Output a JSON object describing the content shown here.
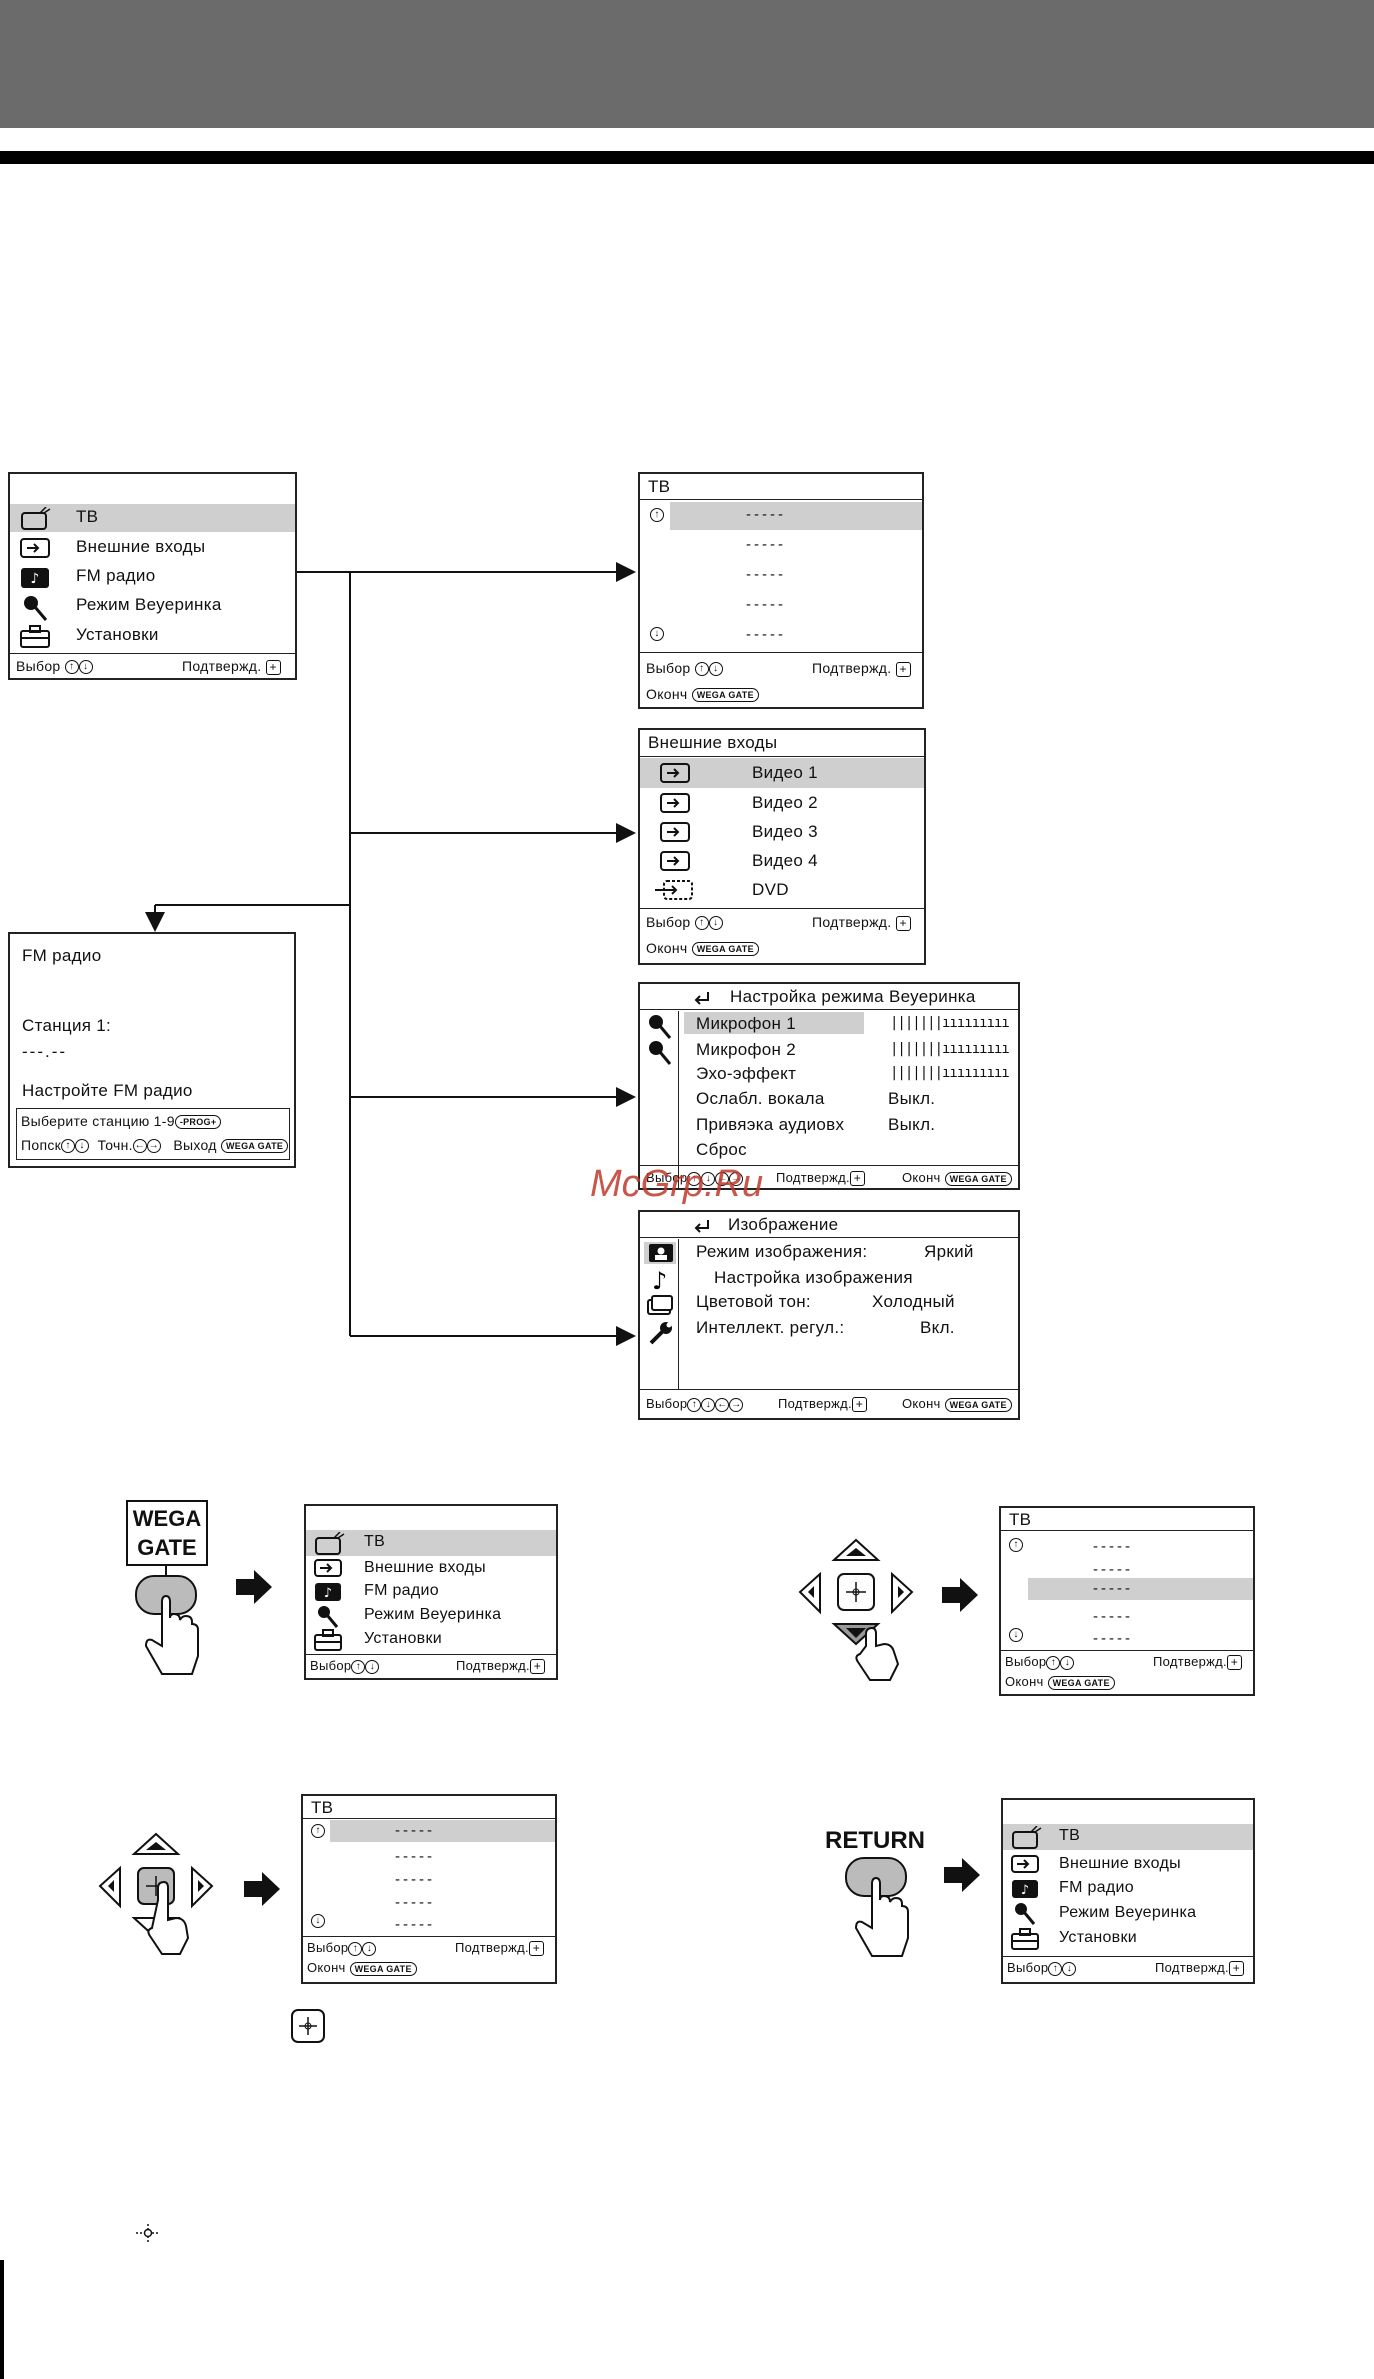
{
  "watermark": "McGrp.Ru",
  "icons": [
    "tv-icon",
    "input-icon",
    "music-icon",
    "microphone-icon",
    "toolbox-icon",
    "up-icon",
    "down-icon",
    "left-icon",
    "right-icon",
    "center-icon",
    "hand-icon",
    "picture-icon",
    "speaker-icon",
    "wrench-icon",
    "return-icon"
  ],
  "main_menu": {
    "items": [
      "ТВ",
      "Внешние входы",
      "FM радио",
      "Режим Веуеринка",
      "Установки"
    ],
    "footer_select": "Выбор",
    "footer_confirm": "Подтвержд."
  },
  "tv_menu": {
    "title": "ТВ",
    "rows": [
      "-----",
      "-----",
      "-----",
      "-----",
      "-----"
    ],
    "footer_select": "Выбор",
    "footer_confirm": "Подтвержд.",
    "footer_end": "Оконч",
    "wega_gate": "WEGA GATE"
  },
  "inputs_menu": {
    "title": "Внешние входы",
    "items": [
      "Видео 1",
      "Видео 2",
      "Видео 3",
      "Видео 4",
      "DVD"
    ],
    "footer_select": "Выбор",
    "footer_confirm": "Подтвержд.",
    "footer_end": "Оконч",
    "wega_gate": "WEGA GATE"
  },
  "fm_menu": {
    "title": "FM радио",
    "station_label": "Станция 1:",
    "station_value": "---.--",
    "tune_hint": "Настройте FM радио",
    "select_hint": "Выберите станцию 1-9",
    "prog_badge": "-PROG+",
    "search": "Попск",
    "fine": "Точн.",
    "exit": "Выход",
    "wega_gate": "WEGA GATE"
  },
  "party_menu": {
    "title": "Настройка режима Веуеринка",
    "rows": [
      {
        "label": "Микрофон 1",
        "value": "|||||||ııııııııı"
      },
      {
        "label": "Микрофон 2",
        "value": "|||||||ııııııııı"
      },
      {
        "label": "Эхо-эффект",
        "value": "|||||||ııııııııı"
      },
      {
        "label": "Ослабл. вокала",
        "value": "Выкл."
      },
      {
        "label": "Привяэка аудиовх",
        "value": "Выкл."
      },
      {
        "label": "Сброс",
        "value": ""
      }
    ],
    "footer_select": "Выбор",
    "footer_confirm": "Подтвержд.",
    "footer_end": "Оконч",
    "wega_gate": "WEGA GATE"
  },
  "picture_menu": {
    "title": "Изображение",
    "rows": [
      {
        "label": "Режим изображения:",
        "value": "Яркий"
      },
      {
        "label": "Настройка изображения",
        "value": ""
      },
      {
        "label": "Цветовой тон:",
        "value": "Холодный"
      },
      {
        "label": "Интеллект. регул.:",
        "value": "Вкл."
      }
    ],
    "footer_select": "Выбор",
    "footer_confirm": "Подтвержд.",
    "footer_end": "Оконч",
    "wega_gate": "WEGA GATE"
  },
  "buttons": {
    "wega_gate_line1": "WEGA",
    "wega_gate_line2": "GATE",
    "return_label": "RETURN"
  }
}
